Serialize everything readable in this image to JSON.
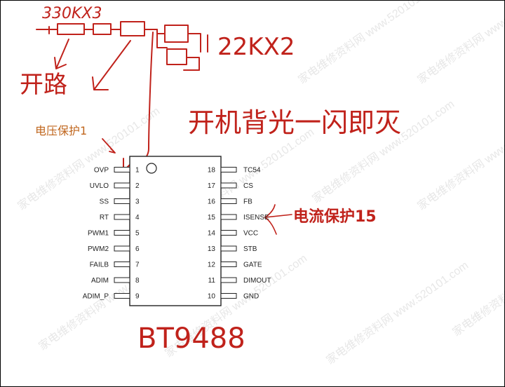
{
  "annotations": {
    "resistor_top": "330KX3",
    "resistor_right": "22KX2",
    "open_circuit": "开路",
    "ovp_note": "电压保护1",
    "symptom": "开机背光一闪即灭",
    "isense_note": "电流保护15",
    "chip_name": "BT9488"
  },
  "ic": {
    "left_pins": [
      {
        "num": "1",
        "label": "OVP"
      },
      {
        "num": "2",
        "label": "UVLO"
      },
      {
        "num": "3",
        "label": "SS"
      },
      {
        "num": "4",
        "label": "RT"
      },
      {
        "num": "5",
        "label": "PWM1"
      },
      {
        "num": "6",
        "label": "PWM2"
      },
      {
        "num": "7",
        "label": "FAILB"
      },
      {
        "num": "8",
        "label": "ADIM"
      },
      {
        "num": "9",
        "label": "ADIM_P"
      }
    ],
    "right_pins": [
      {
        "num": "18",
        "label": "TC54"
      },
      {
        "num": "17",
        "label": "CS"
      },
      {
        "num": "16",
        "label": "FB"
      },
      {
        "num": "15",
        "label": "ISENSE"
      },
      {
        "num": "14",
        "label": "VCC"
      },
      {
        "num": "13",
        "label": "STB"
      },
      {
        "num": "12",
        "label": "GATE"
      },
      {
        "num": "11",
        "label": "DIMOUT"
      },
      {
        "num": "10",
        "label": "GND"
      }
    ]
  },
  "watermark": "家电维修资料网 www.520101.com",
  "colors": {
    "ink_red": "#c0221b",
    "ink_orange": "#c0661d",
    "chip_line": "#222222",
    "watermark": "#e7e7e7"
  }
}
